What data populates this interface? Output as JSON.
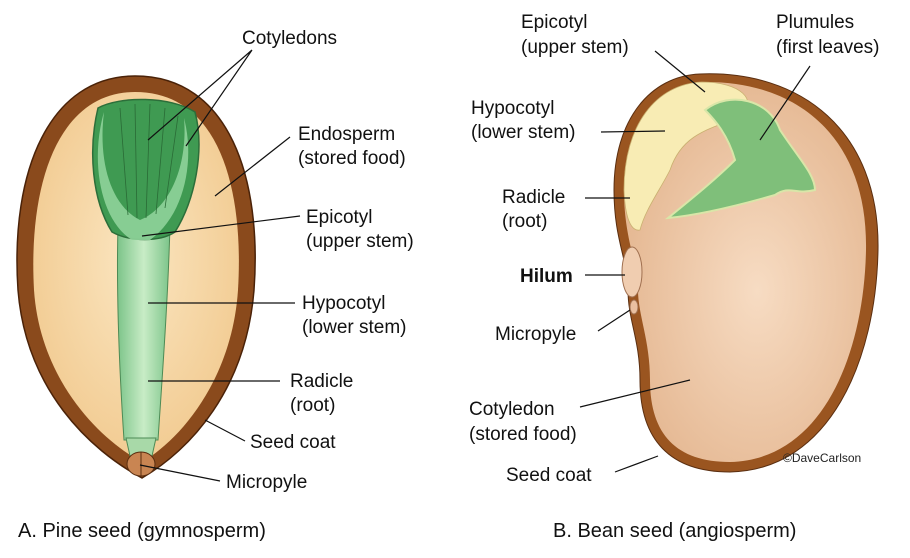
{
  "pine": {
    "caption": "A. Pine seed (gymnosperm)",
    "labels": {
      "cotyledons": "Cotyledons",
      "endosperm": [
        "Endosperm",
        "(stored food)"
      ],
      "epicotyl": [
        "Epicotyl",
        "(upper stem)"
      ],
      "hypocotyl": [
        "Hypocotyl",
        "(lower stem)"
      ],
      "radicle": [
        "Radicle",
        "(root)"
      ],
      "seed_coat": "Seed coat",
      "micropyle": "Micropyle"
    }
  },
  "bean": {
    "caption": "B. Bean seed (angiosperm)",
    "labels": {
      "epicotyl": [
        "Epicotyl",
        "(upper stem)"
      ],
      "plumules": [
        "Plumules",
        "(first leaves)"
      ],
      "hypocotyl": [
        "Hypocotyl",
        "(lower stem)"
      ],
      "radicle": [
        "Radicle",
        "(root)"
      ],
      "hilum": "Hilum",
      "micropyle": "Micropyle",
      "cotyledon": [
        "Cotyledon",
        "(stored food)"
      ],
      "seed_coat": "Seed coat"
    },
    "copyright": "©DaveCarlson"
  },
  "colors": {
    "seed_coat": "#8a4a1c",
    "endosperm": "#f6d7a6",
    "embryo_green": "#5cb46a",
    "stem_green": "#a9dcae",
    "bean_cotyledon": "#f0cfb1",
    "bean_embryo": "#f8ecb4"
  }
}
